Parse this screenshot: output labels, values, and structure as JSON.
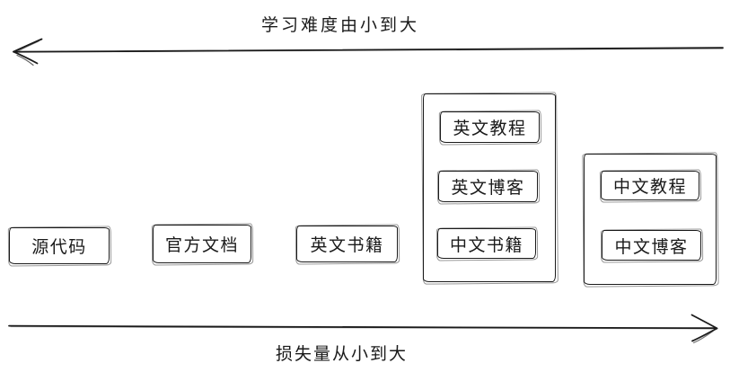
{
  "colors": {
    "stroke": "#1b1b1b",
    "background": "#ffffff",
    "text": "#1a1a1a"
  },
  "top_axis": {
    "label": "学习难度由小到大",
    "direction": "left"
  },
  "bottom_axis": {
    "label": "损失量从小到大",
    "direction": "right"
  },
  "boxes": [
    {
      "label": "源代码"
    },
    {
      "label": "官方文档"
    },
    {
      "label": "英文书籍"
    }
  ],
  "groups": [
    {
      "items": [
        {
          "label": "英文教程"
        },
        {
          "label": "英文博客"
        },
        {
          "label": "中文书籍"
        }
      ]
    },
    {
      "items": [
        {
          "label": "中文教程"
        },
        {
          "label": "中文博客"
        }
      ]
    }
  ]
}
